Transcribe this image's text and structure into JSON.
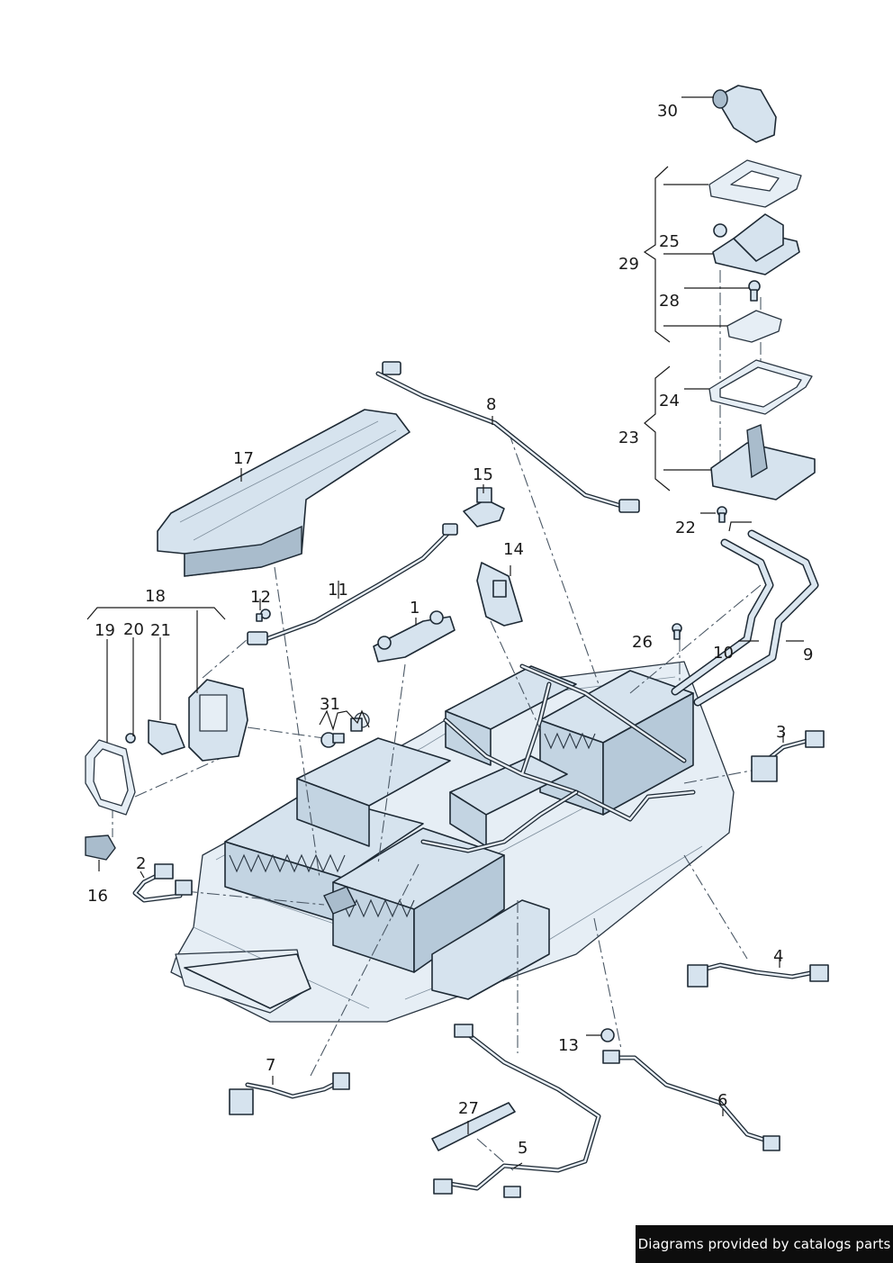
{
  "callouts": {
    "c1": "1",
    "c2": "2",
    "c3": "3",
    "c4": "4",
    "c5": "5",
    "c6": "6",
    "c7": "7",
    "c8": "8",
    "c9": "9",
    "c10": "10",
    "c11": "11",
    "c12": "12",
    "c13": "13",
    "c14": "14",
    "c15": "15",
    "c16": "16",
    "c17": "17",
    "c18": "18",
    "c19": "19",
    "c20": "20",
    "c21": "21",
    "c22": "22",
    "c23": "23",
    "c24": "24",
    "c25": "25",
    "c26": "26",
    "c27": "27",
    "c28": "28",
    "c29": "29",
    "c30": "30",
    "c31": "31"
  },
  "credit": "Diagrams provided by catalogs parts"
}
